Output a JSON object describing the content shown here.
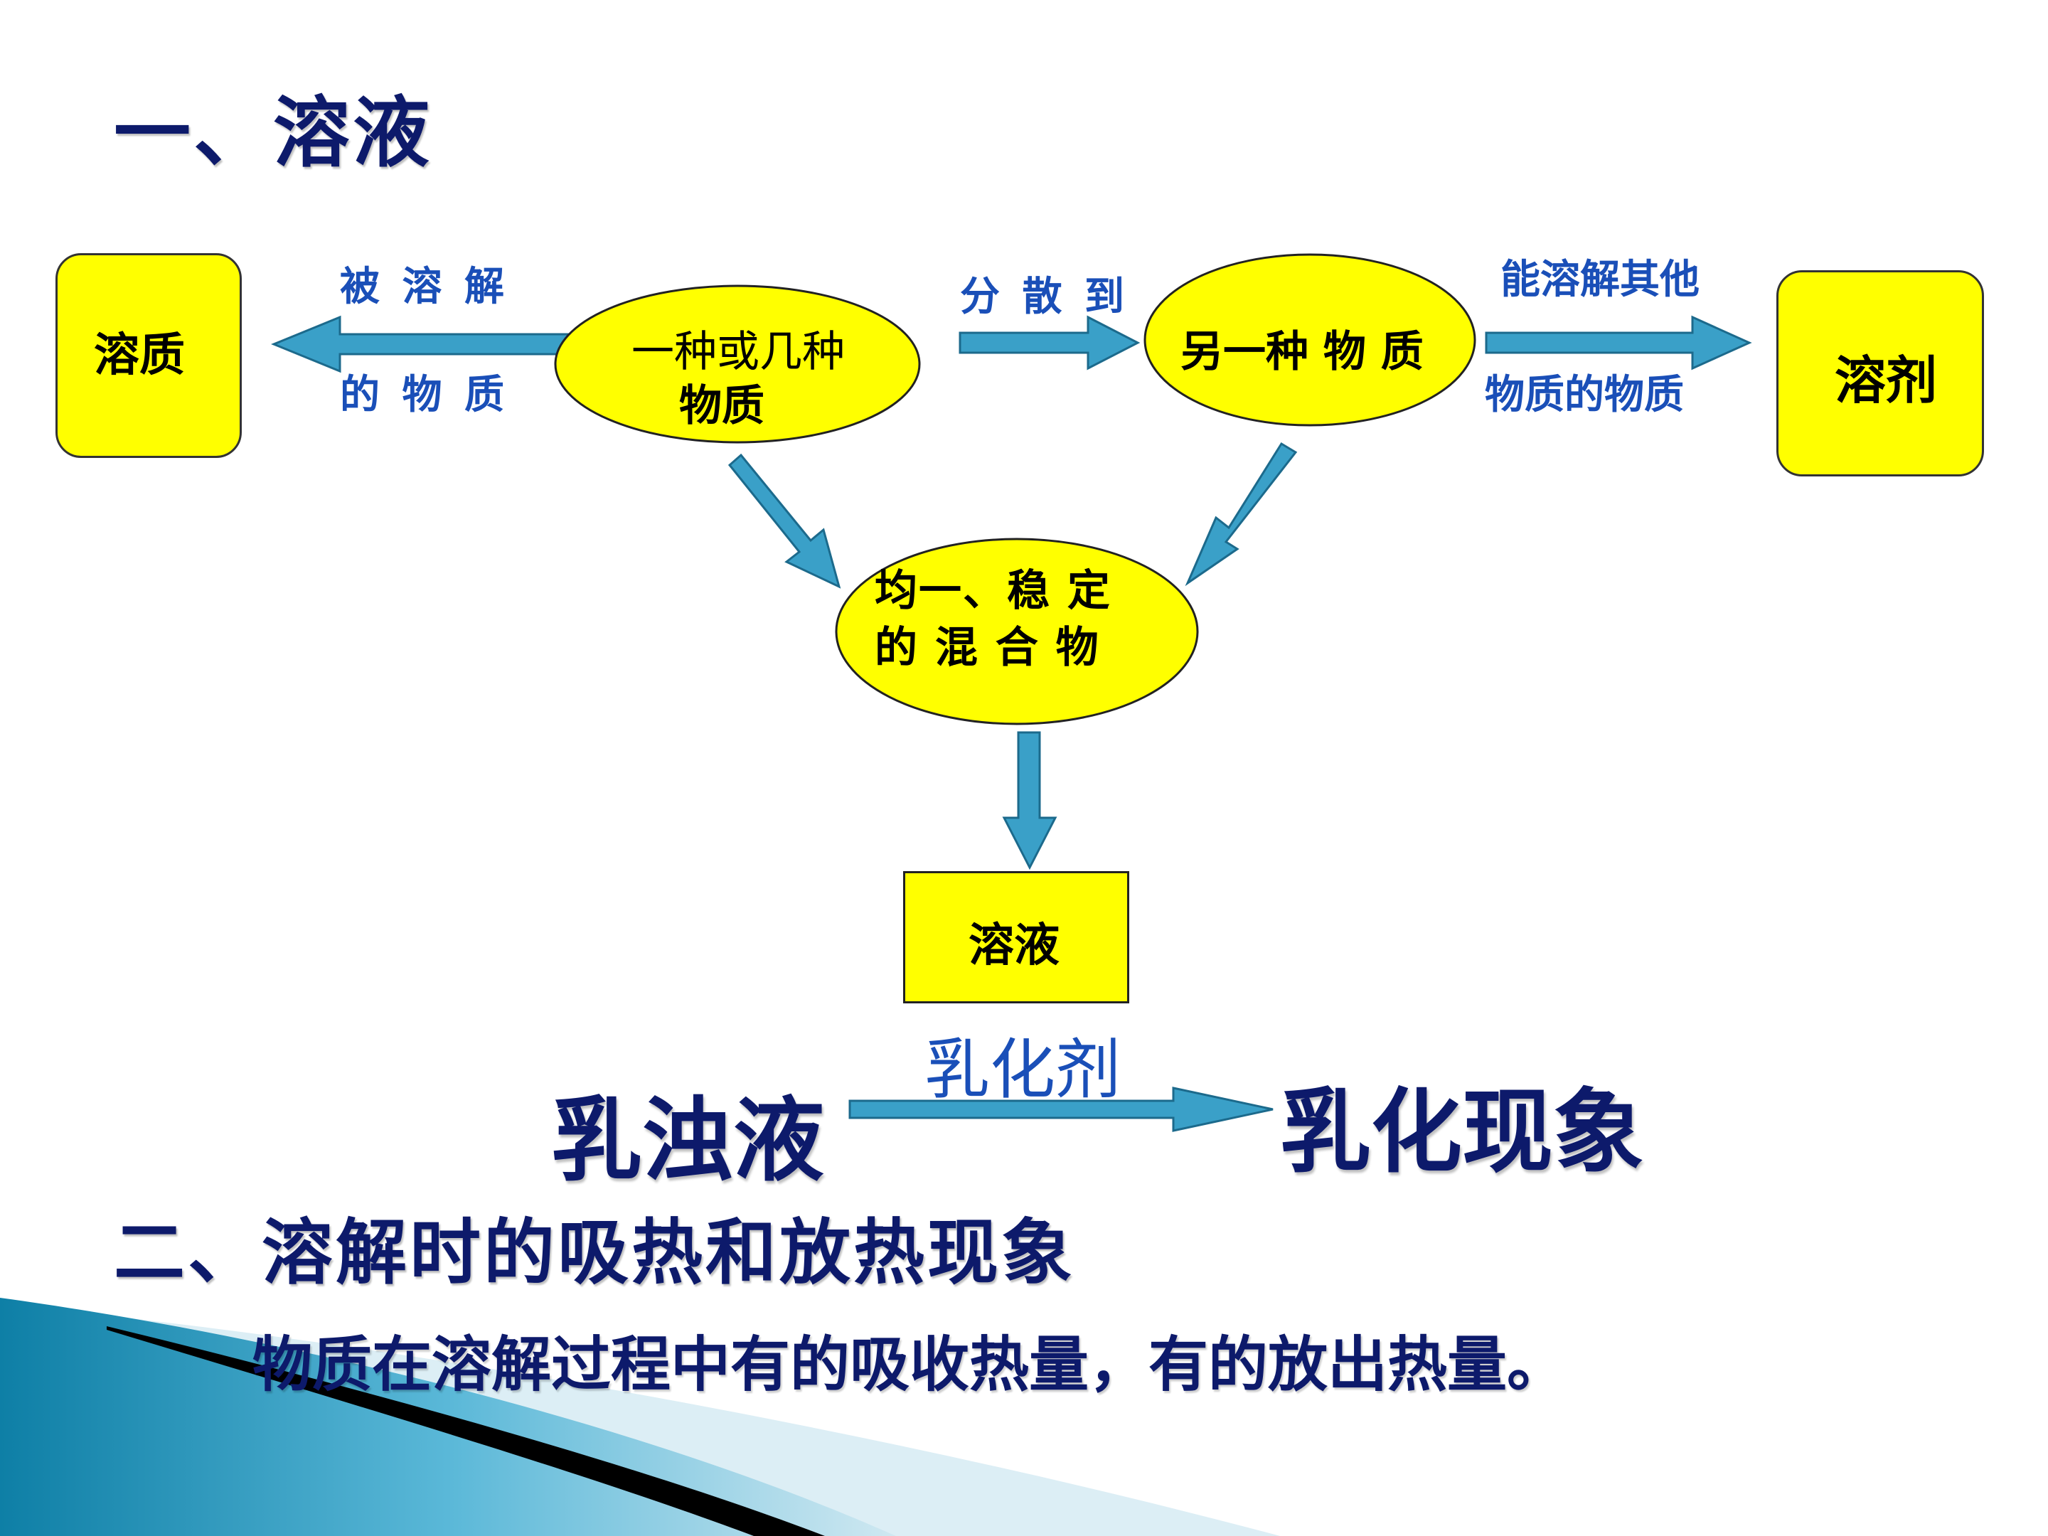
{
  "slide": {
    "heading1": "一、溶液",
    "heading2": "二、溶解时的吸热和放热现象",
    "body": "物质在溶解过程中有的吸收热量，有的放出热量。"
  },
  "diagram": {
    "solute_box": "溶质",
    "solvent_box": "溶剂",
    "solution_box": "溶液",
    "ellipse_substance": [
      "一种或几种",
      "物质"
    ],
    "ellipse_other": "另一种 物 质",
    "ellipse_mixture": [
      "均一、稳 定",
      "的 混 合 物"
    ],
    "label_dissolved_top": "被 溶 解",
    "label_dissolved_bottom": "的 物  质",
    "label_disperse": "分 散 到",
    "label_dissolve_other_top": "能溶解其他",
    "label_dissolve_other_bottom": "物质的物质"
  },
  "emulsion": {
    "left": "乳浊液",
    "agent": "乳化剂",
    "right": "乳化现象"
  },
  "colors": {
    "box_fill": "#ffff00",
    "arrow_fill": "#3aa0c8",
    "heading": "#0d1a6b",
    "label": "#1a4fb8"
  }
}
